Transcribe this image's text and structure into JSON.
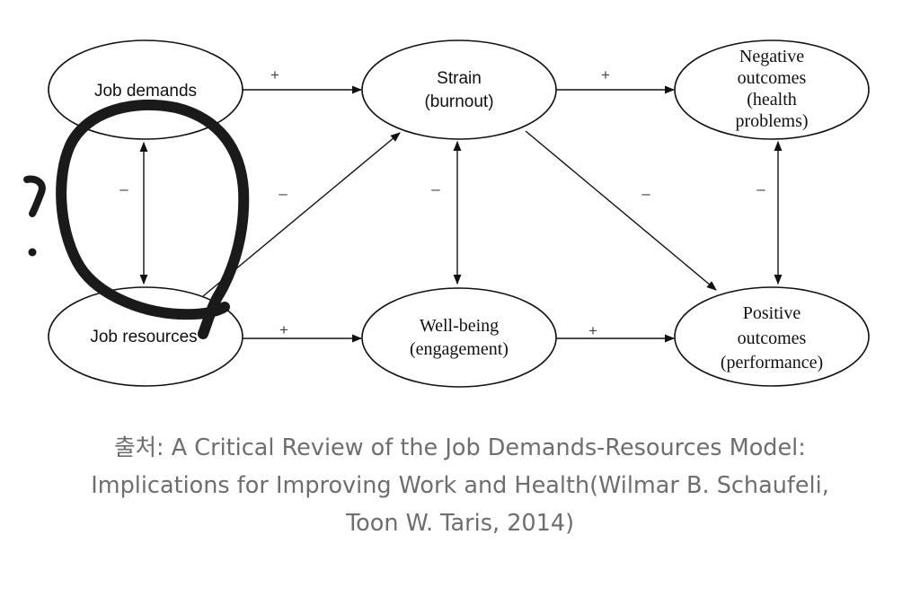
{
  "diagram": {
    "nodes": {
      "job_demands": {
        "lines": [
          "Job demands"
        ]
      },
      "job_resources": {
        "lines": [
          "Job resources"
        ]
      },
      "strain": {
        "lines": [
          "Strain",
          "(burnout)"
        ]
      },
      "wellbeing": {
        "lines": [
          "Well-being",
          "(engagement)"
        ]
      },
      "negative": {
        "lines": [
          "Negative",
          "outcomes",
          "(health",
          "problems)"
        ]
      },
      "positive": {
        "lines": [
          "Positive",
          "outcomes",
          "(performance)"
        ]
      }
    },
    "edges": {
      "demands_strain": "+",
      "strain_negative": "+",
      "resources_wellbeing": "+",
      "wellbeing_positive": "+",
      "demands_resources": "–",
      "resources_strain": "–",
      "strain_wellbeing": "–",
      "strain_positive": "–",
      "negative_positive": "–"
    }
  },
  "caption": {
    "line1": "출처: A Critical Review of the Job Demands-Resources Model:",
    "line2": "Implications for Improving Work and Health(Wilmar B. Schaufeli,",
    "line3": "Toon W. Taris, 2014)"
  },
  "colors": {
    "ink": "#111111",
    "caption": "#6e6e6e",
    "annotation": "#1a1a1a"
  }
}
